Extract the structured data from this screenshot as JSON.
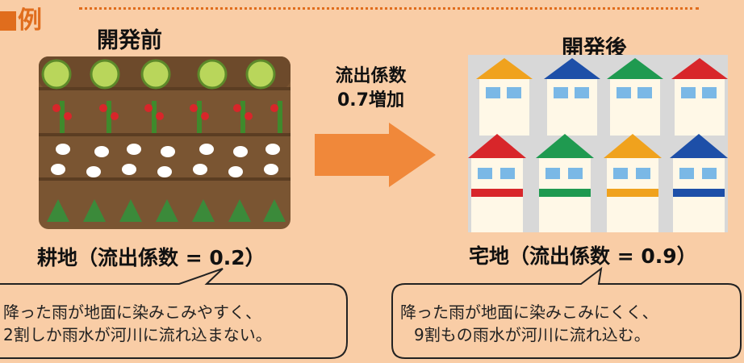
{
  "tag": {
    "label": "例"
  },
  "before": {
    "title": "開発前",
    "caption": "耕地（流出係数 = 0.2）",
    "bubble_line1": "降った雨が地面に染みこみやすく、",
    "bubble_line2": "2割しか雨水が河川に流れ込まない。"
  },
  "after": {
    "title": "開発後",
    "caption": "宅地（流出係数 = 0.9）",
    "bubble_line1": "降った雨が地面に染みこみにくく、",
    "bubble_line2": "9割もの雨水が河川に流れ込む。"
  },
  "arrow": {
    "label_line1": "流出係数",
    "label_line2": "0.7増加"
  },
  "colors": {
    "background": "#f9cda6",
    "accent": "#e06d1d",
    "arrow": "#f0883a",
    "soil": "#7a5532"
  }
}
